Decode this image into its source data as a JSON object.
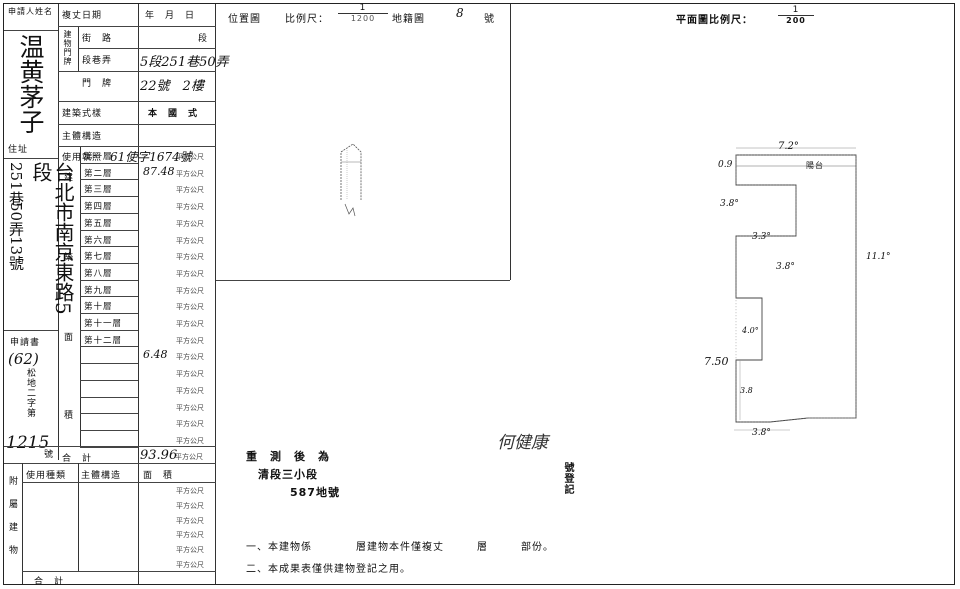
{
  "left": {
    "applicant_label": "申請人姓名",
    "applicant_name": "温黄茅子",
    "address_label": "住址",
    "address_prefix": "251巷",
    "address_lane": "50弄",
    "address_no": "13號",
    "address_main": "台北市南京東路5段",
    "application_label": "申請書",
    "application_no": "(62)",
    "application_section": "松地二字第",
    "application_number": "1215",
    "application_suffix": "號"
  },
  "bldg": {
    "completion_label": "複丈日期",
    "completion_ymd": "年　月　日",
    "street_label": "街　路",
    "street_value": "段",
    "lane_label": "段巷弄",
    "lane_value": "5段251巷50弄",
    "door_label": "門　牌",
    "door_value": "22號　2樓",
    "door_group": "建物門牌",
    "style_label": "建築式樣",
    "style_value": "本　國　式",
    "structure_label": "主體構造",
    "permit_label": "使用執照",
    "permit_value": "61使字1674號",
    "floor_group_a": "建",
    "floor_group_b": "築",
    "floor_group_c": "面",
    "floor_group_d": "積",
    "floors": [
      {
        "name": "第一層",
        "value": "",
        "unit": "平方公尺"
      },
      {
        "name": "第二層",
        "value": "87.48",
        "unit": "平方公尺"
      },
      {
        "name": "第三層",
        "value": "",
        "unit": "平方公尺"
      },
      {
        "name": "第四層",
        "value": "",
        "unit": "平方公尺"
      },
      {
        "name": "第五層",
        "value": "",
        "unit": "平方公尺"
      },
      {
        "name": "第六層",
        "value": "",
        "unit": "平方公尺"
      },
      {
        "name": "第七層",
        "value": "",
        "unit": "平方公尺"
      },
      {
        "name": "第八層",
        "value": "",
        "unit": "平方公尺"
      },
      {
        "name": "第九層",
        "value": "",
        "unit": "平方公尺"
      },
      {
        "name": "第十層",
        "value": "",
        "unit": "平方公尺"
      },
      {
        "name": "第十一層",
        "value": "",
        "unit": "平方公尺"
      },
      {
        "name": "第十二層",
        "value": "",
        "unit": "平方公尺"
      },
      {
        "name": "",
        "value": "6.48",
        "unit": "平方公尺"
      },
      {
        "name": "",
        "value": "",
        "unit": "平方公尺"
      },
      {
        "name": "",
        "value": "",
        "unit": "平方公尺"
      },
      {
        "name": "",
        "value": "",
        "unit": "平方公尺"
      },
      {
        "name": "",
        "value": "",
        "unit": "平方公尺"
      },
      {
        "name": "",
        "value": "",
        "unit": "平方公尺"
      }
    ],
    "total_label": "合　計",
    "total_value": "93.96",
    "total_unit": "平方公尺"
  },
  "annex": {
    "side_chars": [
      "附",
      "屬",
      "建",
      "物"
    ],
    "col1": "使用種類",
    "col2": "主體構造",
    "col3": "面　積",
    "unit": "平方公尺",
    "total_label": "合　計"
  },
  "location": {
    "label": "位置圖",
    "scale_label": "比例尺：",
    "scale_num": "1",
    "scale_den": "1200",
    "lot_label": "地籍圖",
    "lot_num": "8",
    "lot_suffix": "號"
  },
  "plan": {
    "scale_label": "平面圖比例尺：",
    "scale_num": "1",
    "scale_den": "200",
    "dims": {
      "top": "7.2°",
      "left_top": "0.9",
      "left_mid": "3.8°",
      "inner_top": "3.3°",
      "inner_side": "3.8°",
      "right": "11.1°",
      "lower_a": "4.0°",
      "lower_b": "7.50",
      "lower_c": "3.8",
      "bottom": "3.8°",
      "mark": "陽台"
    }
  },
  "survey": {
    "line1": "重　測　後　為",
    "line2": "清段三小段",
    "line3": "587地號",
    "stamp_name": "何健康",
    "reg_text": "號登記",
    "note1": "一、本建物係　　　　層建物本件僅複丈　　　層　　　部份。",
    "note2": "二、本成果表僅供建物登記之用。"
  }
}
